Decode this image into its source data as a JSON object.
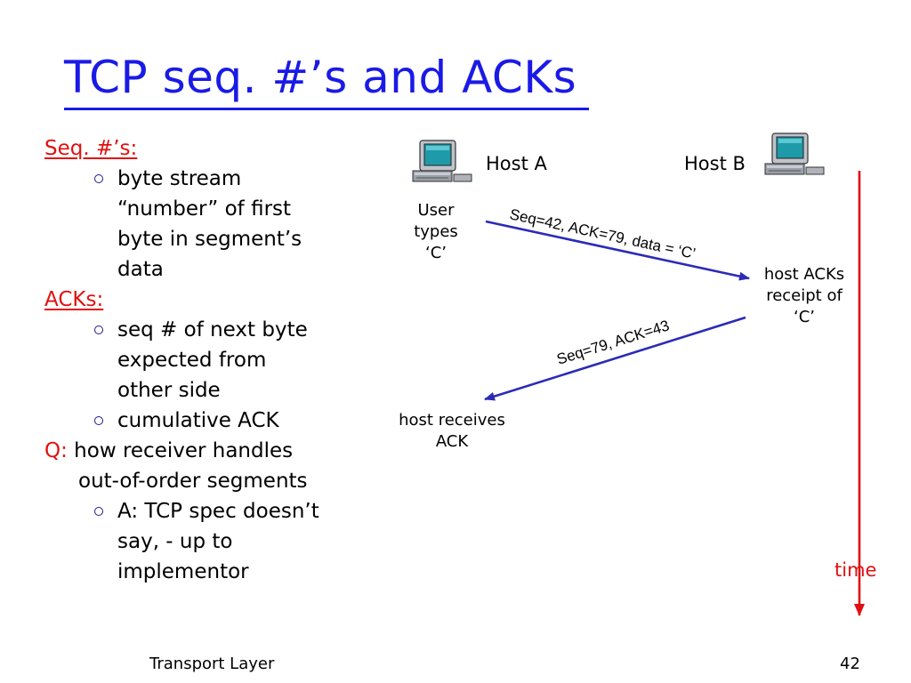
{
  "slide": {
    "title": "TCP seq. #’s and ACKs",
    "footer_left": "Transport Layer",
    "page_number": "42"
  },
  "bullets": {
    "seq_heading": "Seq. #’s:",
    "seq_item_1": [
      "byte stream",
      "“number” of first",
      "byte in segment’s",
      "data"
    ],
    "acks_heading": "ACKs:",
    "acks_item_1": [
      "seq # of next byte",
      "expected from",
      "other side"
    ],
    "acks_item_2": "cumulative ACK",
    "q_label": "Q:",
    "q_text": [
      "how receiver handles",
      "out-of-order segments"
    ],
    "q_item_1": [
      "A: TCP spec doesn’t",
      "say, - up to",
      "implementor"
    ]
  },
  "diagram": {
    "host_a": "Host A",
    "host_b": "Host B",
    "host_a_icon": "computer-icon",
    "host_b_icon": "computer-icon",
    "user_types": [
      "User",
      "types",
      "‘C’"
    ],
    "msg_1": "Seq=42, ACK=79, data = ‘C’",
    "host_b_note": [
      "host ACKs",
      "receipt of",
      "‘C’"
    ],
    "msg_2": "Seq=79, ACK=43",
    "host_a_note": [
      "host receives",
      "ACK"
    ],
    "time_label": "time",
    "colors": {
      "arrow": "#2b2bb8",
      "timeline": "#e01010",
      "title": "#1a1ae6",
      "accent": "#e01010"
    }
  }
}
